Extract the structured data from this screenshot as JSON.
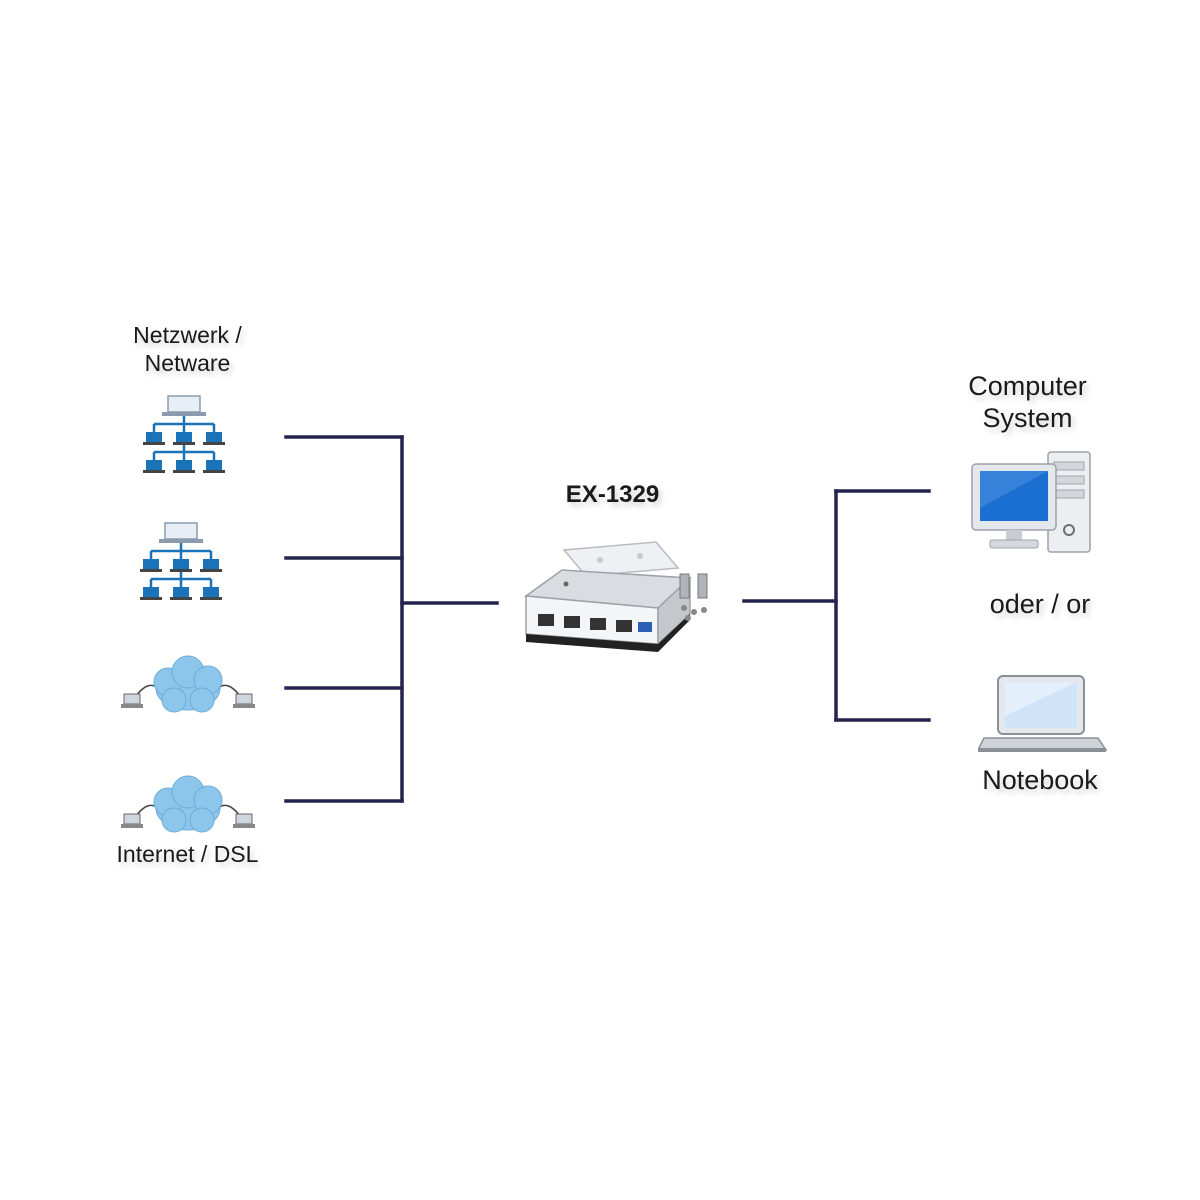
{
  "labels": {
    "network_line1": "Netzwerk /",
    "network_line2": "Netware",
    "internet": "Internet / DSL",
    "device": "EX-1329",
    "computer_line1": "Computer",
    "computer_line2": "System",
    "or": "oder / or",
    "notebook": "Notebook"
  },
  "icons": [
    "network-topology-icon",
    "network-topology-icon",
    "cloud-network-icon",
    "cloud-network-icon",
    "usb-ethernet-hub-icon",
    "desktop-computer-icon",
    "notebook-icon"
  ],
  "colors": {
    "line": "#24244f",
    "node_blue": "#1a73b8",
    "cloud": "#8ec5ea",
    "device_body": "#d9dce0",
    "screen_blue": "#1b6fd0"
  }
}
